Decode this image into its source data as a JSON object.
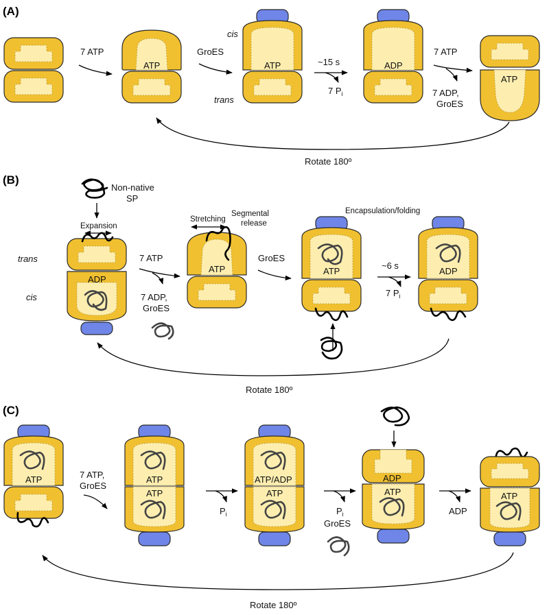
{
  "colors": {
    "ring": "#f0c030",
    "cavity": "#fdeeb0",
    "groes": "#6f86e8",
    "outline": "#2a2a2a"
  },
  "panels": {
    "a": {
      "label": "(A)",
      "step1": "7 ATP",
      "ring2_nuc": "ATP",
      "step2": "GroES",
      "cis": "cis",
      "trans": "trans",
      "ring3_nuc": "ATP",
      "step3_top": "~15 s",
      "step3_bottom": "7 P",
      "step3_sub": "i",
      "ring4_nuc": "ADP",
      "step4_top": "7 ATP",
      "step4_bottom1": "7 ADP,",
      "step4_bottom2": "GroES",
      "ring5_nuc": "ATP",
      "rotate": "Rotate 180º"
    },
    "b": {
      "label": "(B)",
      "sp_label1": "Non-native",
      "sp_label2": "SP",
      "expansion": "Expansion",
      "trans": "trans",
      "cis": "cis",
      "ring1_nuc": "ADP",
      "step1_top": "7 ATP",
      "step1_bottom1": "7 ADP,",
      "step1_bottom2": "GroES",
      "stretching": "Stretching",
      "segmental1": "Segmental",
      "segmental2": "release",
      "ring2_nuc": "ATP",
      "step2": "GroES",
      "encapsulation": "Encapsulation/folding",
      "ring3_nuc": "ATP",
      "step3_top": "~6 s",
      "step3_bottom": "7 P",
      "step3_sub": "i",
      "ring4_nuc": "ADP",
      "rotate": "Rotate 180º"
    },
    "c": {
      "label": "(C)",
      "ring1_nuc": "ATP",
      "step1_top": "7 ATP,",
      "step1_bottom": "GroES",
      "ring2_top_nuc": "ATP",
      "ring2_bot_nuc": "ATP",
      "step2": "P",
      "step2_sub": "i",
      "ring3_top_nuc": "ATP/ADP",
      "ring3_bot_nuc": "ATP",
      "step3_top": "P",
      "step3_sub": "i",
      "step3_bottom": "GroES",
      "ring4_top_nuc": "ADP",
      "ring4_bot_nuc": "ATP",
      "step4": "ADP",
      "ring5_nuc": "ATP",
      "rotate": "Rotate 180º"
    }
  }
}
